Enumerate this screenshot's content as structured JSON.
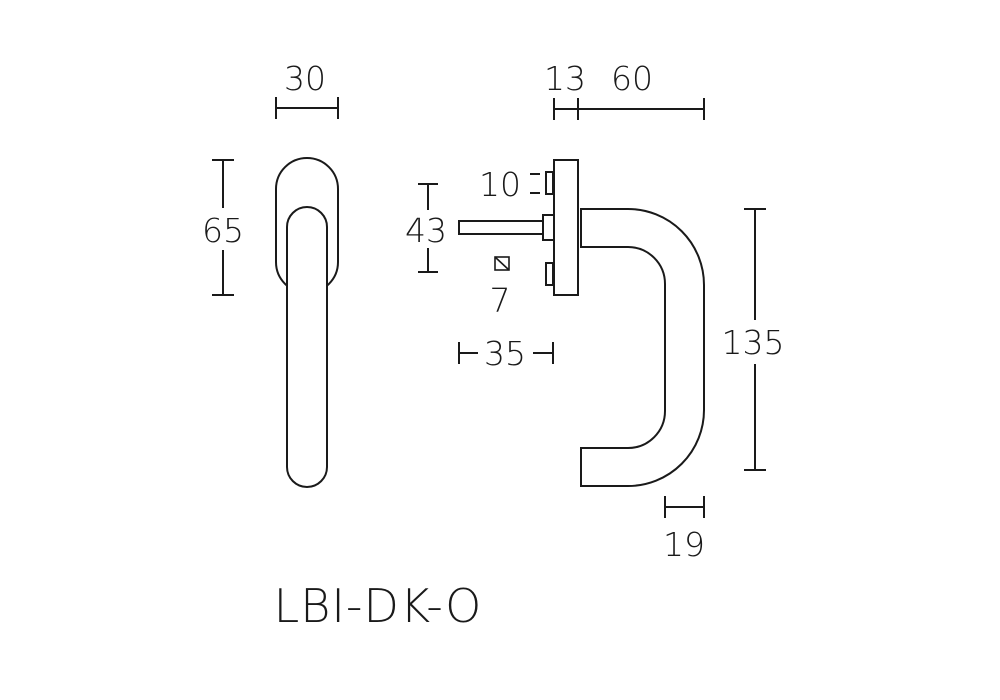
{
  "dimensions": {
    "rosette_width": "30",
    "rosette_height": "65",
    "rosette_thickness": "13",
    "handle_projection": "60",
    "screw_offset": "10",
    "screw_spacing": "43",
    "spindle_square": "7",
    "spindle_length": "35",
    "handle_length": "135",
    "grip_diameter": "19"
  },
  "model_code": "LBI-DK-O"
}
